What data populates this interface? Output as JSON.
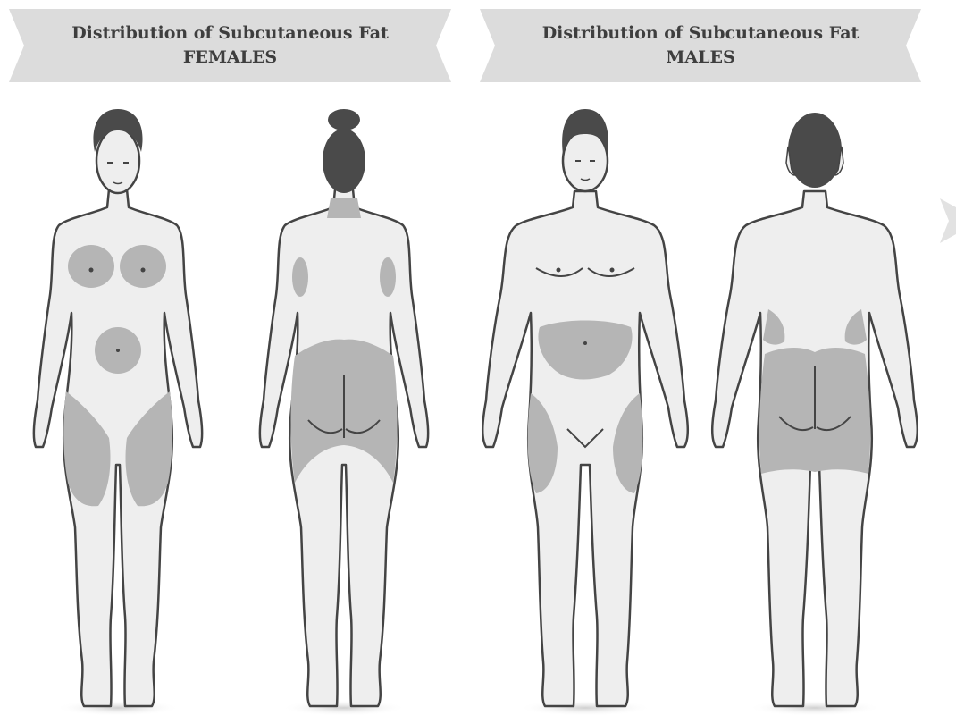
{
  "banners": {
    "female": {
      "line1": "Distribution of Subcutaneous Fat",
      "line2": "FEMALES"
    },
    "male": {
      "line1": "Distribution of Subcutaneous Fat",
      "line2": "MALES"
    }
  },
  "colors": {
    "banner": "#dcdcdc",
    "skin": "#eeeeee",
    "outline": "#444444",
    "hair": "#4a4a4a",
    "fat": "#b5b5b5",
    "text": "#3e3e3e"
  }
}
